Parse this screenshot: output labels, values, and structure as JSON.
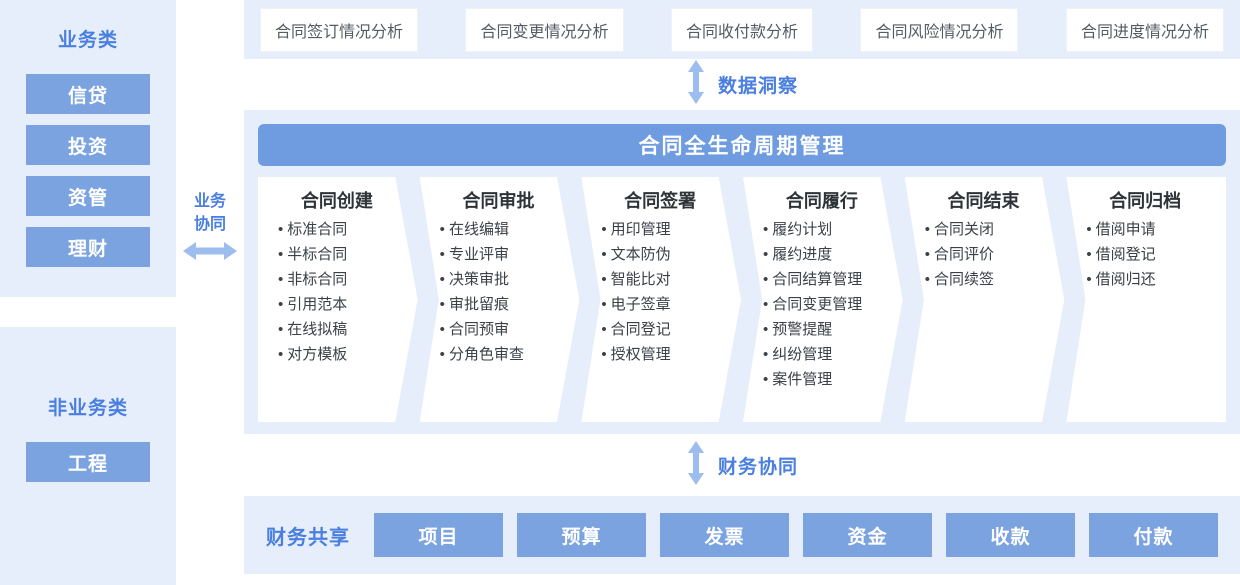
{
  "sidebar": {
    "business": {
      "title": "业务类",
      "items": [
        "信贷",
        "投资",
        "资管",
        "理财"
      ]
    },
    "non_business": {
      "title": "非业务类",
      "items": [
        "工程"
      ]
    }
  },
  "collaboration": {
    "label_line1": "业务",
    "label_line2": "协同",
    "arrow": "horizontal-double-arrow-icon"
  },
  "analysis": {
    "cards": [
      "合同签订情况分析",
      "合同变更情况分析",
      "合同收付款分析",
      "合同风险情况分析",
      "合同进度情况分析"
    ]
  },
  "insight_connector": {
    "label": "数据洞察",
    "arrow": "vertical-double-arrow-icon"
  },
  "lifecycle": {
    "title": "合同全生命周期管理",
    "stages": [
      {
        "name": "合同创建",
        "items": [
          "标准合同",
          "半标合同",
          "非标合同",
          "引用范本",
          "在线拟稿",
          "对方模板"
        ]
      },
      {
        "name": "合同审批",
        "items": [
          "在线编辑",
          "专业评审",
          "决策审批",
          "审批留痕",
          "合同预审",
          "分角色审查"
        ]
      },
      {
        "name": "合同签署",
        "items": [
          "用印管理",
          "文本防伪",
          "智能比对",
          "电子签章",
          "合同登记",
          "授权管理"
        ]
      },
      {
        "name": "合同履行",
        "items": [
          "履约计划",
          "履约进度",
          "合同结算管理",
          "合同变更管理",
          "预警提醒",
          "纠纷管理",
          "案件管理"
        ]
      },
      {
        "name": "合同结束",
        "items": [
          "合同关闭",
          "合同评价",
          "合同续签"
        ]
      },
      {
        "name": "合同归档",
        "items": [
          "借阅申请",
          "借阅登记",
          "借阅归还"
        ]
      }
    ]
  },
  "finance_connector": {
    "label": "财务协同",
    "arrow": "vertical-double-arrow-icon"
  },
  "finance": {
    "label": "财务共享",
    "items": [
      "项目",
      "预算",
      "发票",
      "资金",
      "收款",
      "付款"
    ]
  },
  "colors": {
    "panel_bg": "#e6eefb",
    "accent_blue": "#4a7fe0",
    "button_blue": "#7ba3e0",
    "title_banner": "#6f9ce0",
    "card_white": "#ffffff",
    "text_dark": "#3b4147",
    "arrow_blue": "#9dbdee"
  }
}
